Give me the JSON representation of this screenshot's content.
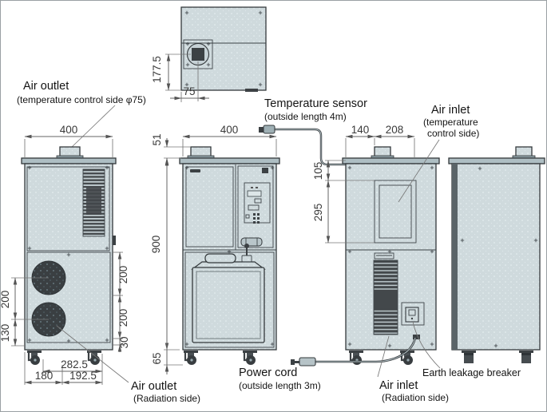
{
  "colors": {
    "body_fill": "#cfdadd",
    "body_dot": "#e9f2f4",
    "cap_fill": "#aebec3",
    "dark_fill": "#3c4144",
    "outline": "#33383b",
    "dim_line": "#666666",
    "dim_text": "#3a3a3a",
    "label_text": "#141414"
  },
  "labels": {
    "air_outlet_temp": {
      "title": "Air outlet",
      "sub": "(temperature control side φ75)"
    },
    "temp_sensor": {
      "l1": "Temperature sensor",
      "l2": "(outside length 4m)"
    },
    "air_inlet_temp": {
      "l1": "Air inlet",
      "l2": "(temperature",
      "l3": "control side)"
    },
    "air_outlet_rad": {
      "title": "Air outlet",
      "sub": "(Radiation side)"
    },
    "air_inlet_rad": {
      "title": "Air inlet",
      "sub": "(Radiation side)"
    },
    "power_cord": {
      "l1": "Power cord",
      "l2": "(outside length 3m)"
    },
    "earth_breaker": "Earth leakage breaker"
  },
  "dims": {
    "top": {
      "offset_y": "177.5",
      "offset_x": "75"
    },
    "left": {
      "width": "400",
      "fan_pitch": "200",
      "fan_to_bottom": "130",
      "right_upper": "200",
      "right_lower": "200",
      "bottom_margin": "30",
      "caster_span": "282.5",
      "base_left": "180",
      "base_right": "192.5"
    },
    "front": {
      "duct_h": "51",
      "width": "400",
      "body_h": "900",
      "caster_h": "65"
    },
    "rear": {
      "duct_left": "140",
      "duct_right": "208",
      "inlet_top": "105",
      "inlet_h": "295"
    }
  }
}
